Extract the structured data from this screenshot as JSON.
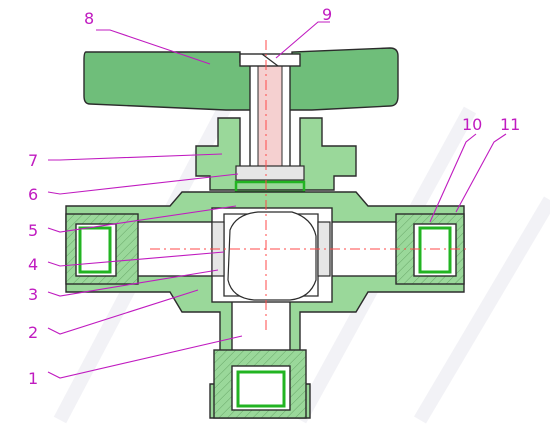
{
  "diagram": {
    "callouts": [
      {
        "id": "1",
        "text": "1"
      },
      {
        "id": "2",
        "text": "2"
      },
      {
        "id": "3",
        "text": "3"
      },
      {
        "id": "4",
        "text": "4"
      },
      {
        "id": "5",
        "text": "5"
      },
      {
        "id": "6",
        "text": "6"
      },
      {
        "id": "7",
        "text": "7"
      },
      {
        "id": "8",
        "text": "8"
      },
      {
        "id": "9",
        "text": "9"
      },
      {
        "id": "10",
        "text": "10"
      },
      {
        "id": "11",
        "text": "11"
      }
    ],
    "colors": {
      "label": "#c01bc0",
      "body": "#9ad89a",
      "handle": "#6fbe7a",
      "centerline": "#ff4a4a",
      "seal_ring": "#22b422"
    }
  }
}
